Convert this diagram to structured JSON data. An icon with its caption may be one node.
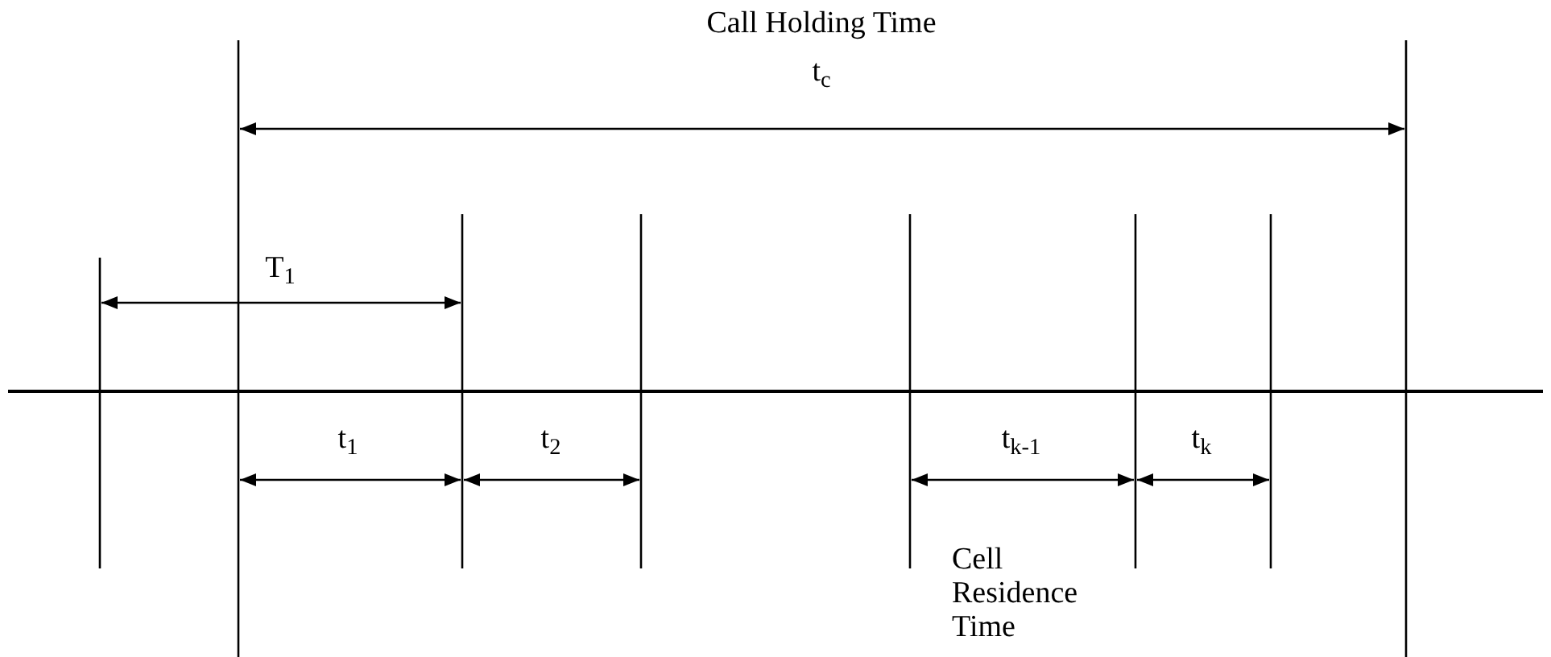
{
  "diagram": {
    "labels": [
      "Call Holding Time",
      "t$_{c}$",
      "T$_{1}$",
      "t$_{1}$",
      "t$_{2}$",
      "t$_{k-1}$",
      "t$_{k}$",
      "Cell Residence Time"
    ]
  }
}
